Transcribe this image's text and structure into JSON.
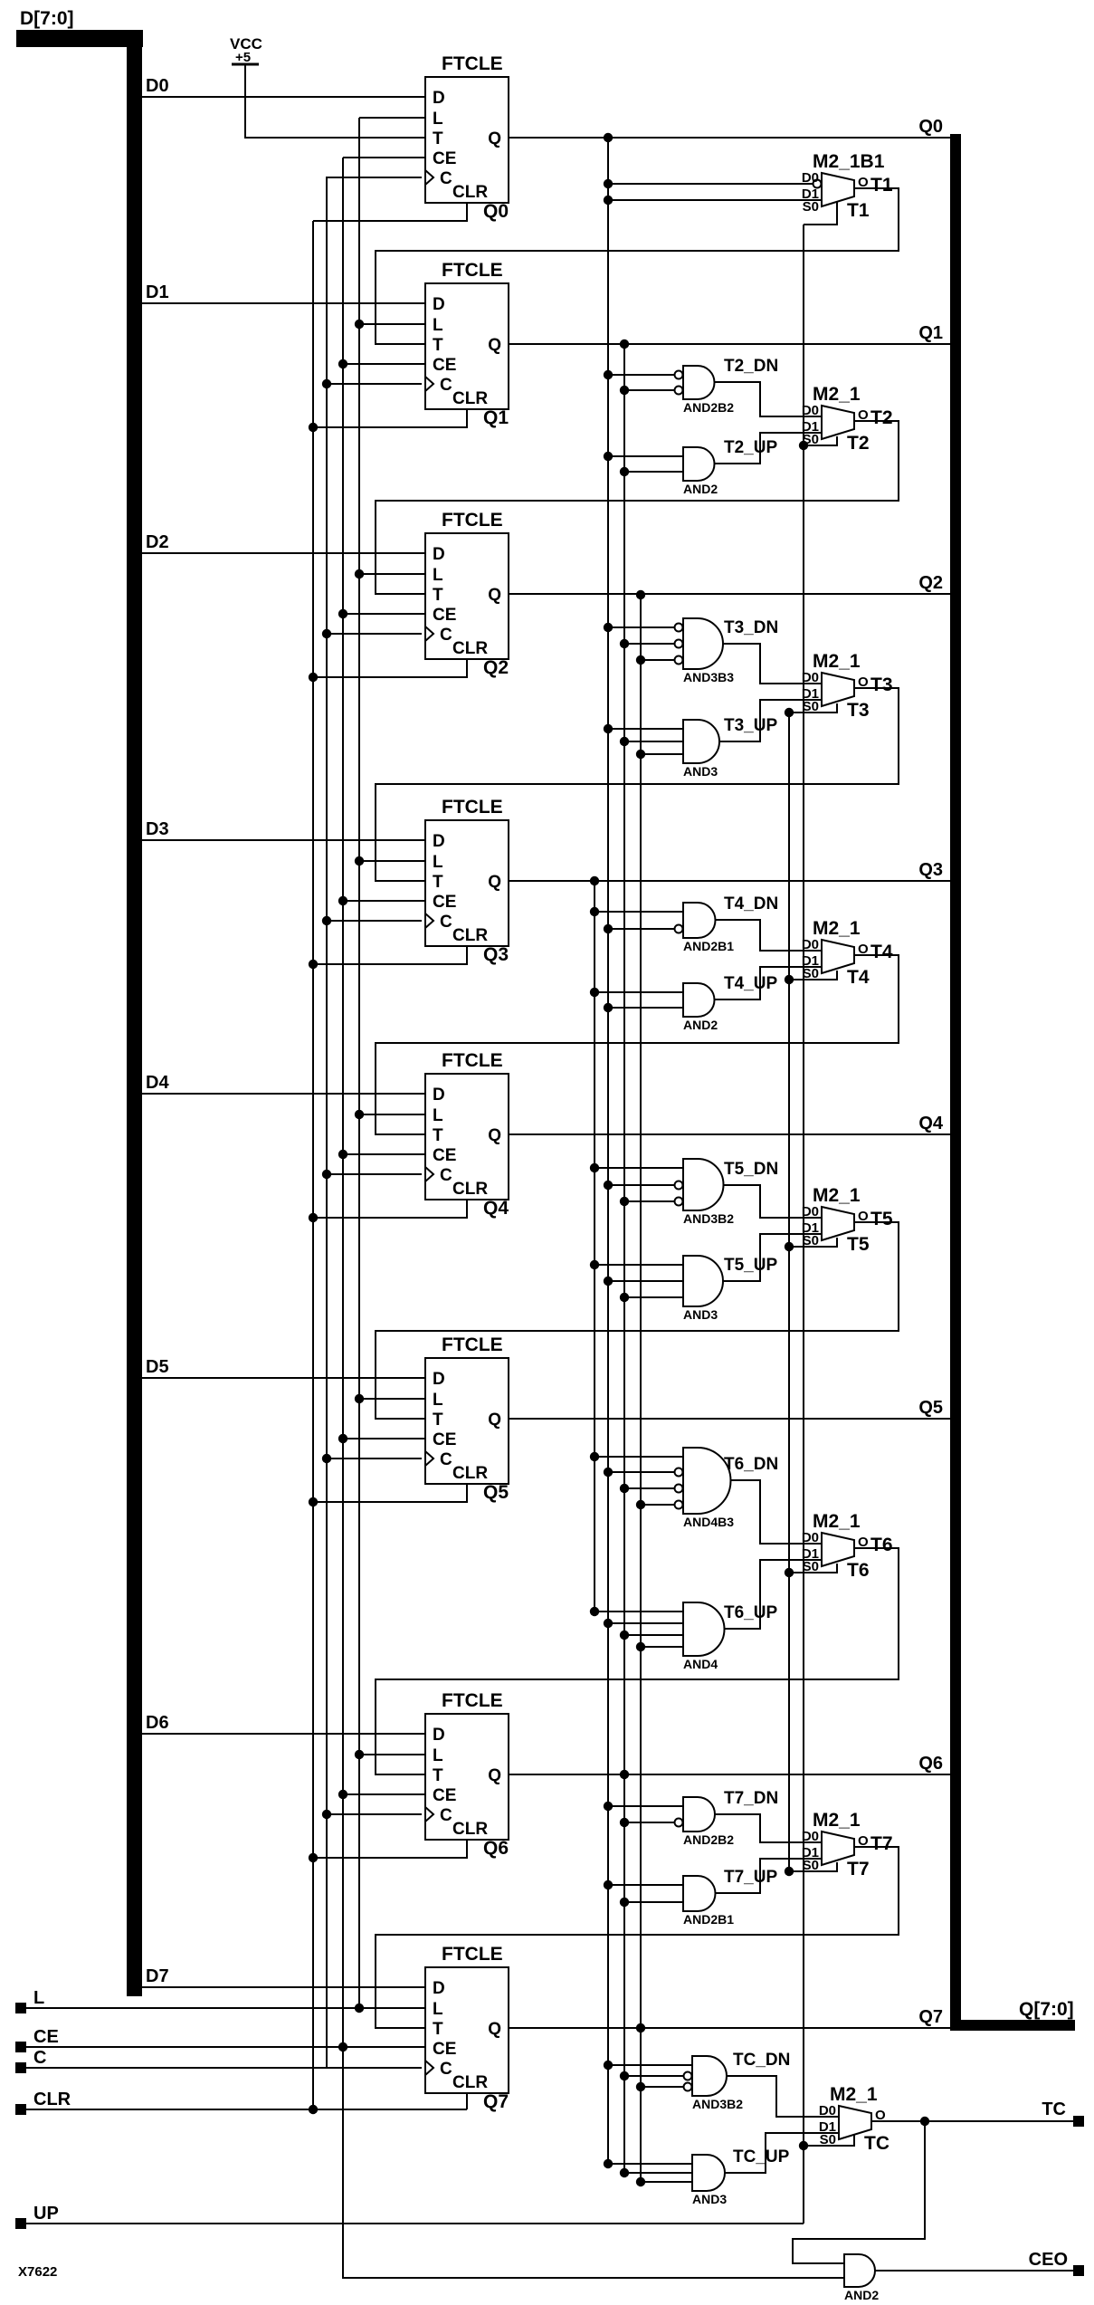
{
  "sheet": {
    "code": "X7622"
  },
  "buses": {
    "input": "D[7:0]",
    "output": "Q[7:0]"
  },
  "power": {
    "label": "VCC",
    "value": "+5"
  },
  "ports": {
    "inputs": [
      "L",
      "CE",
      "C",
      "CLR",
      "UP"
    ],
    "outputs": [
      "TC",
      "CEO"
    ]
  },
  "flipflop": {
    "type": "FTCLE",
    "pin_d": "D",
    "pin_l": "L",
    "pin_t": "T",
    "pin_ce": "CE",
    "pin_c": "C",
    "pin_clr": "CLR",
    "pin_q": "Q"
  },
  "flipflops": [
    {
      "instance": "Q0",
      "data_input": "D0"
    },
    {
      "instance": "Q1",
      "data_input": "D1"
    },
    {
      "instance": "Q2",
      "data_input": "D2"
    },
    {
      "instance": "Q3",
      "data_input": "D3"
    },
    {
      "instance": "Q4",
      "data_input": "D4"
    },
    {
      "instance": "Q5",
      "data_input": "D5"
    },
    {
      "instance": "Q6",
      "data_input": "D6"
    },
    {
      "instance": "Q7",
      "data_input": "D7"
    }
  ],
  "mux": {
    "pin_d0": "D0",
    "pin_d1": "D1",
    "pin_s0": "S0",
    "pin_o": "O"
  },
  "stages": [
    {
      "mux_type": "M2_1B1",
      "net": "T1",
      "instance": "T1"
    },
    {
      "mux_type": "M2_1",
      "net": "T2",
      "instance": "T2",
      "dn_gate": "AND2B2",
      "dn_net": "T2_DN",
      "up_gate": "AND2",
      "up_net": "T2_UP"
    },
    {
      "mux_type": "M2_1",
      "net": "T3",
      "instance": "T3",
      "dn_gate": "AND3B3",
      "dn_net": "T3_DN",
      "up_gate": "AND3",
      "up_net": "T3_UP"
    },
    {
      "mux_type": "M2_1",
      "net": "T4",
      "instance": "T4",
      "dn_gate": "AND2B1",
      "dn_net": "T4_DN",
      "up_gate": "AND2",
      "up_net": "T4_UP"
    },
    {
      "mux_type": "M2_1",
      "net": "T5",
      "instance": "T5",
      "dn_gate": "AND3B2",
      "dn_net": "T5_DN",
      "up_gate": "AND3",
      "up_net": "T5_UP"
    },
    {
      "mux_type": "M2_1",
      "net": "T6",
      "instance": "T6",
      "dn_gate": "AND4B3",
      "dn_net": "T6_DN",
      "up_gate": "AND4",
      "up_net": "T6_UP"
    },
    {
      "mux_type": "M2_1",
      "net": "T7",
      "instance": "T7",
      "dn_gate": "AND2B2",
      "dn_net": "T7_DN",
      "up_gate": "AND2B1",
      "up_net": "T7_UP"
    },
    {
      "mux_type": "M2_1",
      "net": "",
      "instance": "TC",
      "dn_gate": "AND3B2",
      "dn_net": "TC_DN",
      "up_gate": "AND3",
      "up_net": "TC_UP"
    }
  ],
  "ceo": {
    "gate": "AND2"
  }
}
